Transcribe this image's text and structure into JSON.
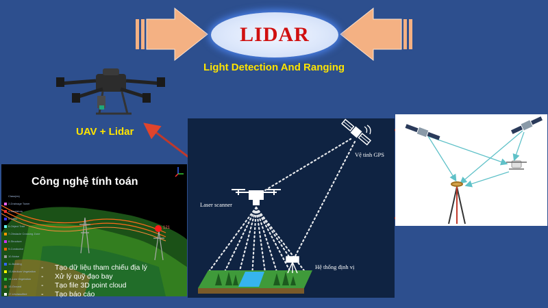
{
  "header": {
    "title": "LIDAR",
    "subtitle": "Light Detection And Ranging"
  },
  "uav": {
    "label": "UAV + Lidar"
  },
  "computing_panel": {
    "heading": "Công nghệ tính toán",
    "tasks": [
      "Tạo dữ liệu tham chiếu địa lý",
      "Xử lý quỹ đạo bay",
      "Tạo file 3D point cloud",
      "Tạo báo cáo"
    ],
    "legend": [
      {
        "label": "Class(es)",
        "color": "#000000"
      },
      {
        "label": "2-Drainage Tower",
        "color": "#ff66ff"
      },
      {
        "label": "4-Insulators",
        "color": "#ff3333"
      },
      {
        "label": "5-Other",
        "color": "#3333ff"
      },
      {
        "label": "6-Object Tree",
        "color": "#66ffff"
      },
      {
        "label": "7-Obstacle Crossing Zone",
        "color": "#ff9900"
      },
      {
        "label": "8-Structure",
        "color": "#cc33ff"
      },
      {
        "label": "9-Conductor",
        "color": "#ff6600"
      },
      {
        "label": "10-Noise",
        "color": "#999999"
      },
      {
        "label": "11-Building",
        "color": "#3366ff"
      },
      {
        "label": "13-Medium Vegetation",
        "color": "#ffff00"
      },
      {
        "label": "14-Low Vegetation",
        "color": "#33cc33"
      },
      {
        "label": "15-Ground",
        "color": "#996633"
      },
      {
        "label": "17-Unclassified",
        "color": "#ffffff"
      }
    ],
    "marker_label": "121"
  },
  "lidar_diagram": {
    "laser_scanner_label": "Laser scanner",
    "gps_label": "Vệ tinh GPS",
    "positioning_label": "Hệ thống định vị"
  },
  "colors": {
    "background": "#2d4f8e",
    "title_text": "#d01010",
    "subtitle": "#ffe400",
    "arrow": "#f4b183",
    "pointer_arrow": "#c0392b",
    "gnss_line": "#5fc1c8"
  }
}
